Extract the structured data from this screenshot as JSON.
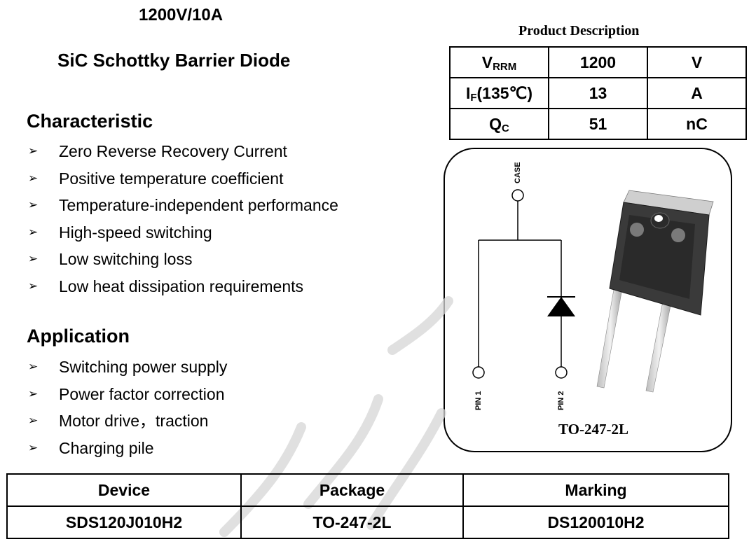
{
  "header": {
    "rating": "1200V/10A",
    "product_type": "SiC Schottky Barrier Diode"
  },
  "characteristic": {
    "heading": "Characteristic",
    "items": [
      "Zero Reverse Recovery Current",
      "Positive temperature coefficient",
      "Temperature-independent performance",
      "High-speed switching",
      "Low switching loss",
      "Low heat dissipation requirements"
    ]
  },
  "application": {
    "heading": "Application",
    "items": [
      "Switching power supply",
      "Power factor correction",
      "Motor drive，traction",
      "Charging pile"
    ]
  },
  "bullet_glyph": "➢",
  "product_description": {
    "title": "Product Description",
    "rows": [
      {
        "param_main": "V",
        "param_sub": "RRM",
        "param_suffix": "",
        "value": "1200",
        "unit": "V"
      },
      {
        "param_main": "I",
        "param_sub": "F",
        "param_suffix": "(135℃)",
        "value": "13",
        "unit": "A"
      },
      {
        "param_main": "Q",
        "param_sub": "C",
        "param_suffix": "",
        "value": "51",
        "unit": "nC"
      }
    ]
  },
  "package_diagram": {
    "case_label": "CASE",
    "pin1_label": "PIN 1",
    "pin2_label": "PIN 2",
    "package_name": "TO-247-2L"
  },
  "ordering": {
    "headers": [
      "Device",
      "Package",
      "Marking"
    ],
    "row": [
      "SDS120J010H2",
      "TO-247-2L",
      "DS120010H2"
    ]
  }
}
